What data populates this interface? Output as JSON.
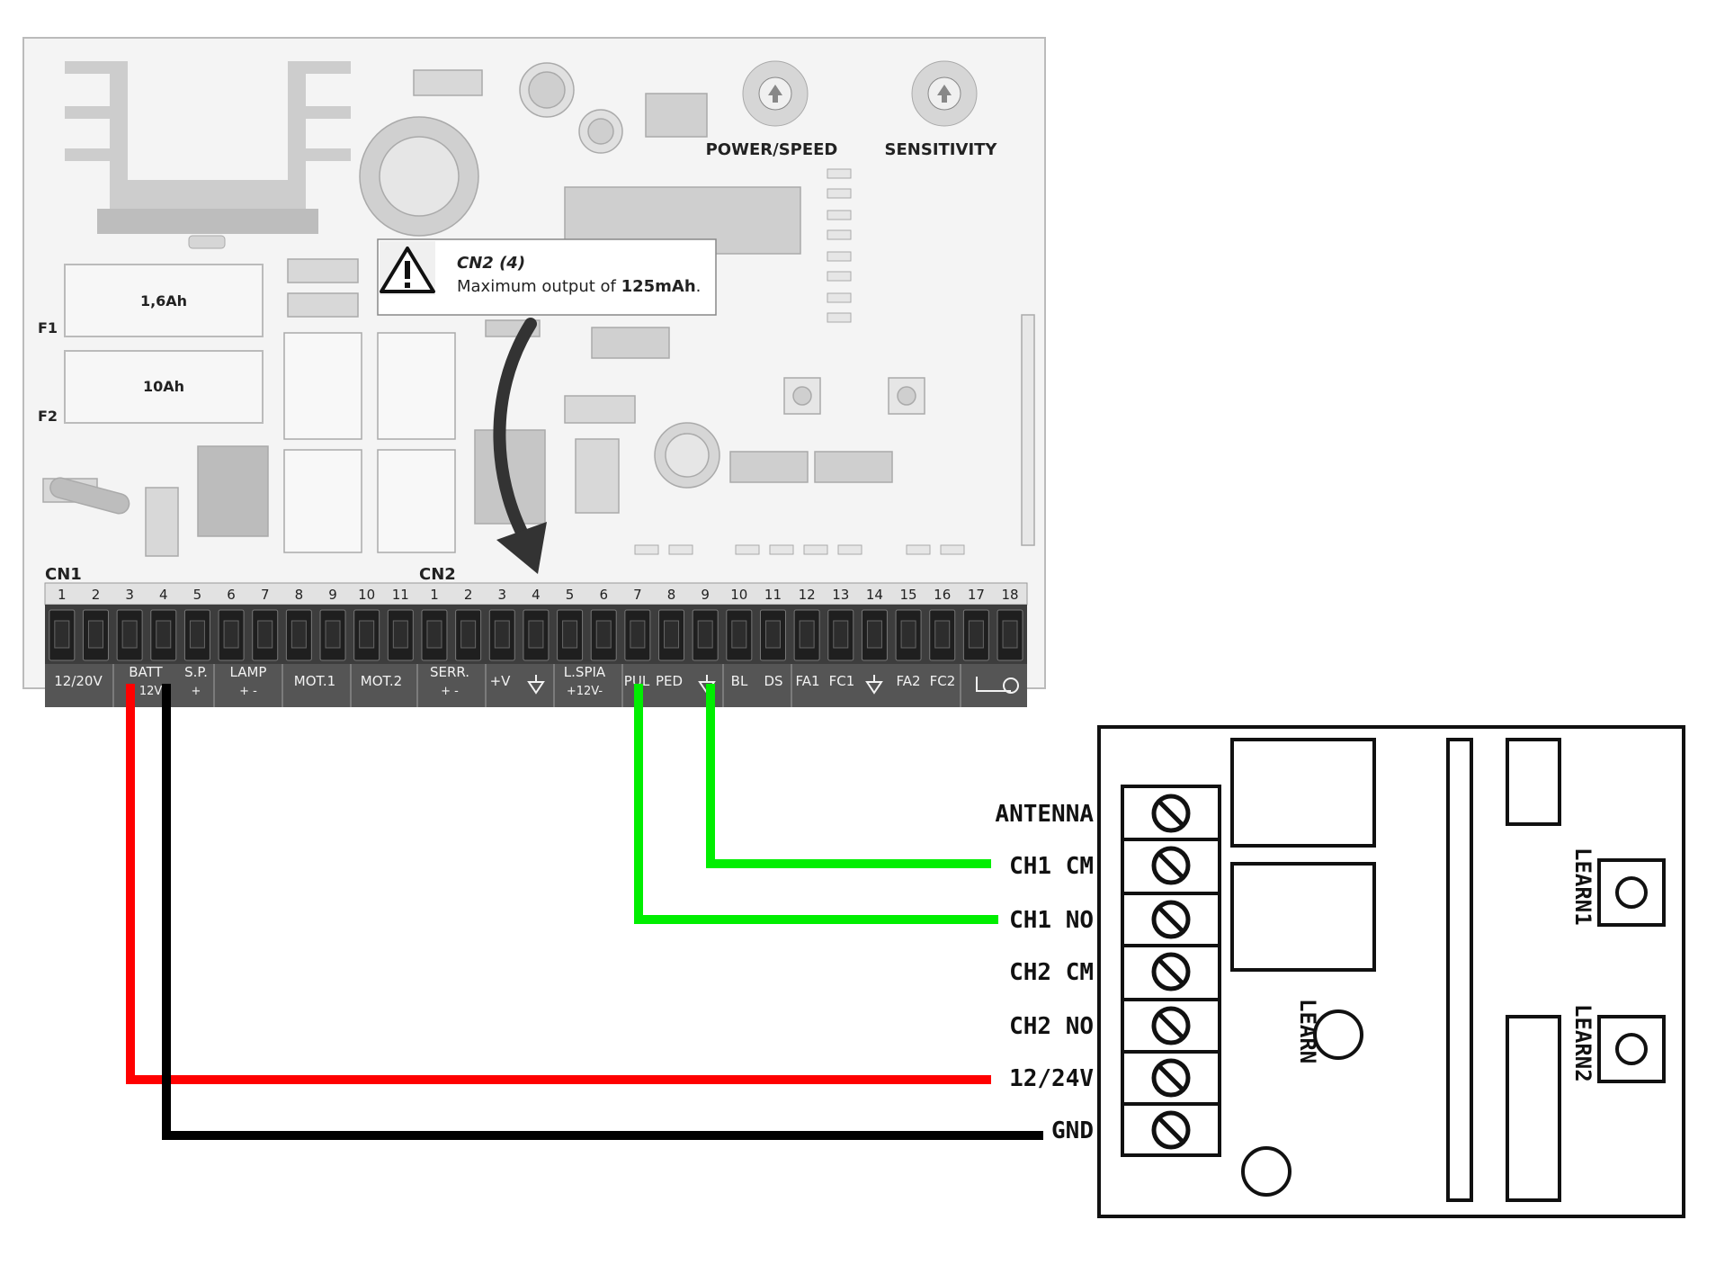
{
  "board": {
    "heatsink_label": "",
    "fuse1_value": "1,6Ah",
    "fuse2_value": "10Ah",
    "fuse1_label": "F1",
    "fuse2_label": "F2",
    "trimmer1_label": "POWER/SPEED",
    "trimmer2_label": "SENSITIVITY",
    "cn1_label": "CN1",
    "cn2_label": "CN2",
    "terminal_numbers": [
      "1",
      "2",
      "3",
      "4",
      "5",
      "6",
      "7",
      "8",
      "9",
      "10",
      "11",
      "1",
      "2",
      "3",
      "4",
      "5",
      "6",
      "7",
      "8",
      "9",
      "10",
      "11",
      "12",
      "13",
      "14",
      "15",
      "16",
      "17",
      "18"
    ],
    "groups": [
      {
        "label": "12/20V",
        "sub": ""
      },
      {
        "label": "BATT",
        "sub": "+ 12V-"
      },
      {
        "label": "S.P.",
        "sub": "+"
      },
      {
        "label": "LAMP",
        "sub": "+    -"
      },
      {
        "label": "MOT.1",
        "sub": ""
      },
      {
        "label": "MOT.2",
        "sub": ""
      },
      {
        "label": "SERR.",
        "sub": "+    -"
      },
      {
        "label": "+V",
        "sub": ""
      },
      {
        "label": "L.SPIA",
        "sub": "+12V-"
      },
      {
        "label": "PUL",
        "sub": ""
      },
      {
        "label": "PED",
        "sub": ""
      },
      {
        "label": "BL",
        "sub": ""
      },
      {
        "label": "DS",
        "sub": ""
      },
      {
        "label": "FA1",
        "sub": ""
      },
      {
        "label": "FC1",
        "sub": ""
      },
      {
        "label": "FA2",
        "sub": ""
      },
      {
        "label": "FC2",
        "sub": ""
      }
    ]
  },
  "callout": {
    "title": "CN2 (4)",
    "text_before": "Maximum output of ",
    "text_bold": "125mAh",
    "text_after": "."
  },
  "receiver": {
    "terminals": [
      "ANTENNA",
      "CH1  CM",
      "CH1  NO",
      "CH2  CM",
      "CH2  NO",
      "12/24V",
      "GND"
    ],
    "learn1": "LEARN1",
    "learn2": "LEARN2",
    "learn": "LEARN"
  },
  "wires": {
    "red": "#ff0000",
    "black": "#000000",
    "green": "#00ee00"
  },
  "colors": {
    "board_bg": "#f4f4f4",
    "component": "#cfcfcf",
    "terminal_block": "#444444"
  }
}
